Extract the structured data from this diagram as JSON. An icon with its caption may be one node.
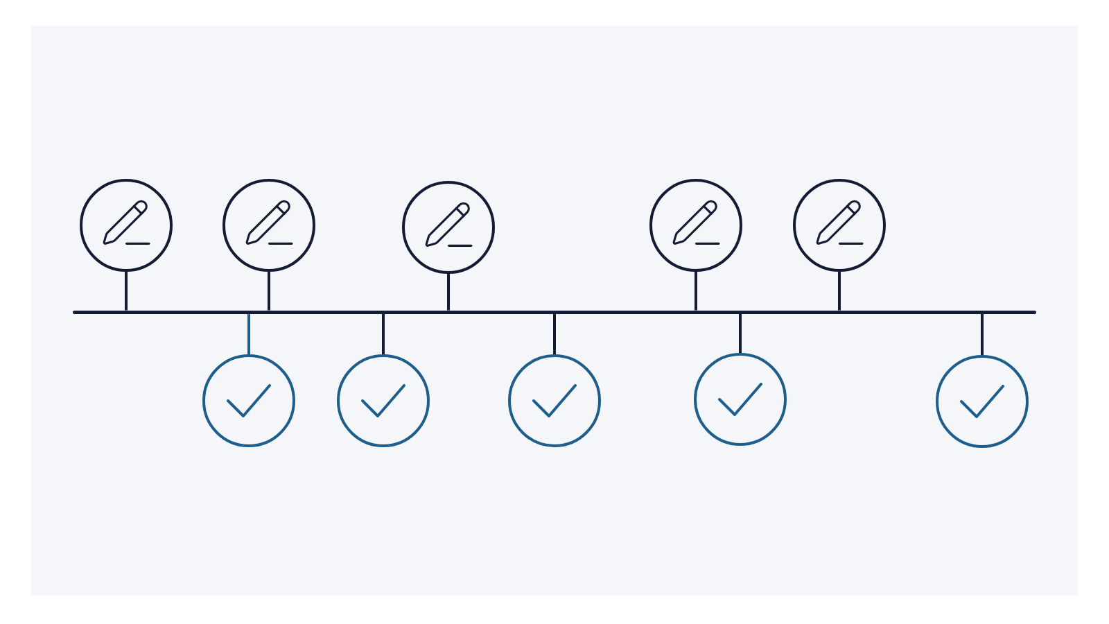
{
  "diagram": {
    "nodes": [
      {
        "text": [],
        "shape": "circle"
      },
      {
        "text": [],
        "shape": "circle"
      },
      {
        "text": [],
        "shape": "circle"
      },
      {
        "text": [],
        "shape": "circle"
      },
      {
        "text": [],
        "shape": "circle"
      },
      {
        "text": [],
        "shape": "bar"
      },
      {
        "text": [],
        "shape": "circle"
      },
      {
        "text": [],
        "shape": "circle"
      },
      {
        "text": [],
        "shape": "circle"
      },
      {
        "text": [],
        "shape": "circle"
      },
      {
        "text": [],
        "shape": "circle"
      }
    ],
    "edges": [
      {
        "from": 0,
        "to": 5,
        "arrow": "none"
      },
      {
        "from": 1,
        "to": 5,
        "arrow": "none"
      },
      {
        "from": 2,
        "to": 5,
        "arrow": "none"
      },
      {
        "from": 3,
        "to": 5,
        "arrow": "none"
      },
      {
        "from": 4,
        "to": 5,
        "arrow": "none"
      },
      {
        "from": 5,
        "to": 6,
        "arrow": "none",
        "color": "#1d5e8c"
      },
      {
        "from": 5,
        "to": 7,
        "arrow": "none"
      },
      {
        "from": 5,
        "to": 8,
        "arrow": "none"
      },
      {
        "from": 5,
        "to": 9,
        "arrow": "none"
      },
      {
        "from": 5,
        "to": 10,
        "arrow": "none"
      }
    ]
  }
}
